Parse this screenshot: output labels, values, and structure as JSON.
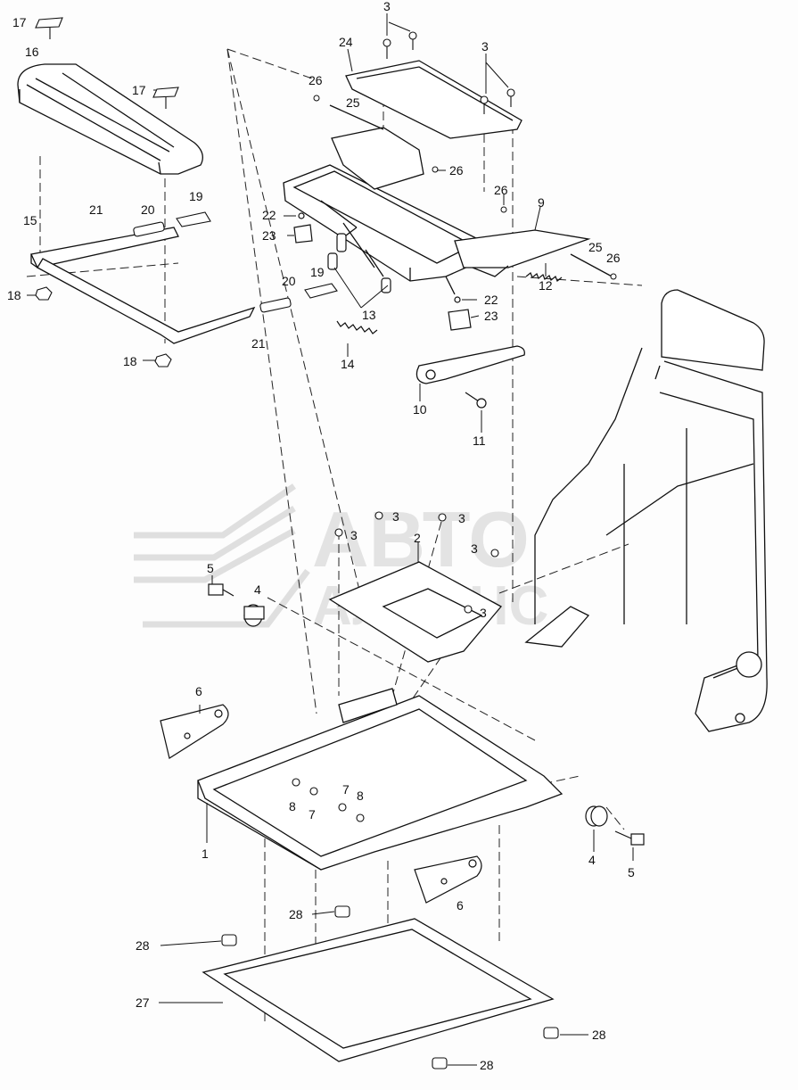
{
  "watermark": {
    "line1": "АВТО",
    "line2": "АЛЬЯНС"
  },
  "callouts": [
    {
      "id": "c17a",
      "text": "17"
    },
    {
      "id": "c16",
      "text": "16"
    },
    {
      "id": "c17b",
      "text": "17"
    },
    {
      "id": "c15",
      "text": "15"
    },
    {
      "id": "c18a",
      "text": "18"
    },
    {
      "id": "c18b",
      "text": "18"
    },
    {
      "id": "c21a",
      "text": "21"
    },
    {
      "id": "c20a",
      "text": "20"
    },
    {
      "id": "c19a",
      "text": "19"
    },
    {
      "id": "c19b",
      "text": "19"
    },
    {
      "id": "c20b",
      "text": "20"
    },
    {
      "id": "c21b",
      "text": "21"
    },
    {
      "id": "c14",
      "text": "14"
    },
    {
      "id": "c13",
      "text": "13"
    },
    {
      "id": "c22a",
      "text": "22"
    },
    {
      "id": "c23a",
      "text": "23"
    },
    {
      "id": "c3a",
      "text": "3"
    },
    {
      "id": "c24",
      "text": "24"
    },
    {
      "id": "c3b",
      "text": "3"
    },
    {
      "id": "c26a",
      "text": "26"
    },
    {
      "id": "c25a",
      "text": "25"
    },
    {
      "id": "c26b",
      "text": "26"
    },
    {
      "id": "c26c",
      "text": "26"
    },
    {
      "id": "c9",
      "text": "9"
    },
    {
      "id": "c25b",
      "text": "25"
    },
    {
      "id": "c26d",
      "text": "26"
    },
    {
      "id": "c12",
      "text": "12"
    },
    {
      "id": "c22b",
      "text": "22"
    },
    {
      "id": "c23b",
      "text": "23"
    },
    {
      "id": "c10",
      "text": "10"
    },
    {
      "id": "c11",
      "text": "11"
    },
    {
      "id": "c3c",
      "text": "3"
    },
    {
      "id": "c3d",
      "text": "3"
    },
    {
      "id": "c3e",
      "text": "3"
    },
    {
      "id": "c2",
      "text": "2"
    },
    {
      "id": "c3f",
      "text": "3"
    },
    {
      "id": "c3g",
      "text": "3"
    },
    {
      "id": "c5a",
      "text": "5"
    },
    {
      "id": "c4a",
      "text": "4"
    },
    {
      "id": "c6a",
      "text": "6"
    },
    {
      "id": "c8a",
      "text": "8"
    },
    {
      "id": "c7a",
      "text": "7"
    },
    {
      "id": "c7b",
      "text": "7"
    },
    {
      "id": "c8b",
      "text": "8"
    },
    {
      "id": "c1",
      "text": "1"
    },
    {
      "id": "c4b",
      "text": "4"
    },
    {
      "id": "c5b",
      "text": "5"
    },
    {
      "id": "c6b",
      "text": "6"
    },
    {
      "id": "c28a",
      "text": "28"
    },
    {
      "id": "c28b",
      "text": "28"
    },
    {
      "id": "c27",
      "text": "27"
    },
    {
      "id": "c28c",
      "text": "28"
    },
    {
      "id": "c28d",
      "text": "28"
    }
  ]
}
